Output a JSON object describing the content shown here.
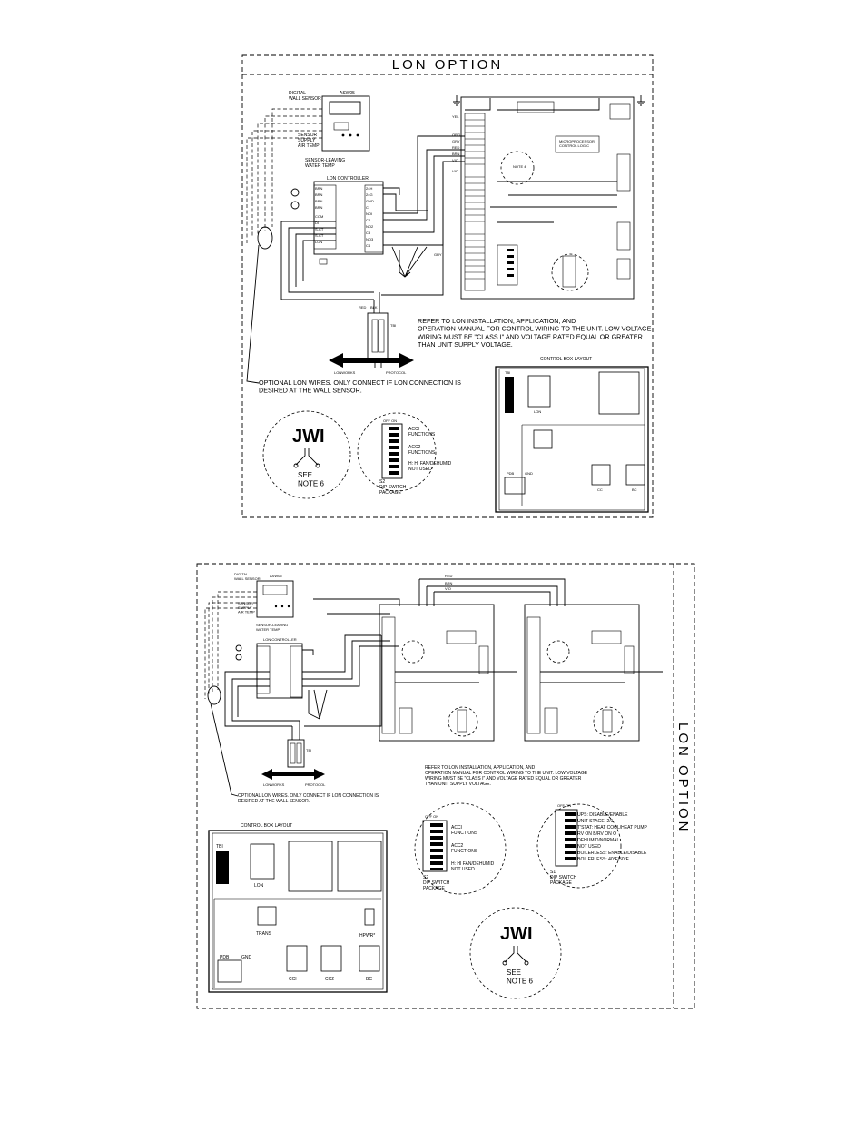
{
  "diagram1": {
    "title": "LON OPTION",
    "sensor_title": "DIGITAL\nWALL SENSOR",
    "sensor_model": "ASW05",
    "supply_air": "SENSOR\nSUPPLY\nAIR TEMP",
    "leaving_water": "SENSOR-LEAVING\nWATER TEMP",
    "lon_controller": "LON CONTROLLER",
    "lon_left_terms": [
      "BRN",
      "BRN",
      "BRN",
      "BRN",
      "VIO",
      "COM",
      "DI",
      "S-CT",
      "S-CT",
      "LON",
      "LON"
    ],
    "lon_right_terms": [
      "24H",
      "24G",
      "GND",
      "CI",
      "NOI",
      "C2",
      "NO2",
      "C3",
      "NO3",
      "C4",
      "NO4"
    ],
    "wire_colors": [
      "YEL",
      "ORG",
      "GRY",
      "RED",
      "BRN",
      "VIO",
      "RED",
      "BLK",
      "GRY"
    ],
    "micro_label": "MICROPROCESSOR\nCONTROL LOGIC",
    "tb_label": "TBI",
    "note_main": "REFER TO LON INSTALLATION, APPLICATION, AND\nOPERATION MANUAL FOR CONTROL WIRING TO THE UNIT. LOW VOLTAGE\nWIRING MUST BE \"CLASS I\" AND VOLTAGE RATED EQUAL OR GREATER\nTHAN UNIT SUPPLY VOLTAGE.",
    "arrow_left": "LONWORKS",
    "arrow_right": "PROTOCOL",
    "optional_note": "OPTIONAL LON WIRES. ONLY CONNECT IF LON CONNECTION IS\nDESIRED AT THE WALL SENSOR.",
    "jwi": "JWI",
    "see_note": "SEE\nNOTE 6",
    "dip_header": "OFF ON",
    "dip_labels": [
      "ACCI\nFUNCTIONS",
      "ACC2\nFUNCTIONS",
      "H: HI FAN/DEHUMID\nNOT USED"
    ],
    "dip_caption": "S2\nDIP SWITCH\nPACKAGE",
    "control_box_title": "CONTROL BOX LAYOUT",
    "cb_labels": [
      "TBI",
      "LON",
      "PDB",
      "GND",
      "CC",
      "BC"
    ]
  },
  "diagram2": {
    "title": "LON OPTION",
    "sensor_title": "DIGITAL\nWALL SENSOR",
    "sensor_model": "ASW05",
    "supply_air": "SENSOR\nSUPPLY\nAIR TEMP",
    "leaving_water": "SENSOR-LEAVING\nWATER TEMP",
    "lon_controller": "LON CONTROLLER",
    "wire_colors": [
      "RED",
      "BRN",
      "VIO"
    ],
    "tb_label": "TBI",
    "note_main": "REFER TO LON INSTALLATION, APPLICATION, AND\nOPERATION MANUAL FOR CONTROL WIRING TO THE UNIT. LOW VOLTAGE\nWIRING MUST BE \"CLASS I\" AND VOLTAGE RATED EQUAL OR GREATER\nTHAN UNIT SUPPLY VOLTAGE.",
    "arrow_left": "LONWORKS",
    "arrow_right": "PROTOCOL",
    "optional_note": "OPTIONAL LON WIRES. ONLY CONNECT IF LON CONNECTION IS\nDESIRED AT THE WALL SENSOR.",
    "control_box_title": "CONTROL BOX LAYOUT",
    "cb_labels": [
      "TBI",
      "LON",
      "TRANS",
      "HPWR*",
      "PDB",
      "GND",
      "CCI",
      "CC2",
      "BC"
    ],
    "s2_header": "OFF ON",
    "s2_labels": [
      "ACCI\nFUNCTIONS",
      "ACC2\nFUNCTIONS",
      "H: HI FAN/DEHUMID\nNOT USED"
    ],
    "s2_caption": "S2\nDIP SWITCH\nPACKAGE",
    "s1_header": "OFF ON",
    "s1_labels": [
      "1  UPS: DISABLE/ENABLE",
      "2  UNIT STAGE: 2/1",
      "3  T'STAT: HEAT COOL/HEAT PUMP",
      "4  RV ON B/RV ON O",
      "5  DEHUMID/NORMAL",
      "6  NOT USED",
      "7  BOILERLESS: ENABLE/DISABLE",
      "8  BOILERLESS: 40°F/50°F"
    ],
    "s1_caption": "S1\nDIP SWITCH\nPACKAGE",
    "jwi": "JWI",
    "see_note": "SEE\nNOTE 6"
  }
}
